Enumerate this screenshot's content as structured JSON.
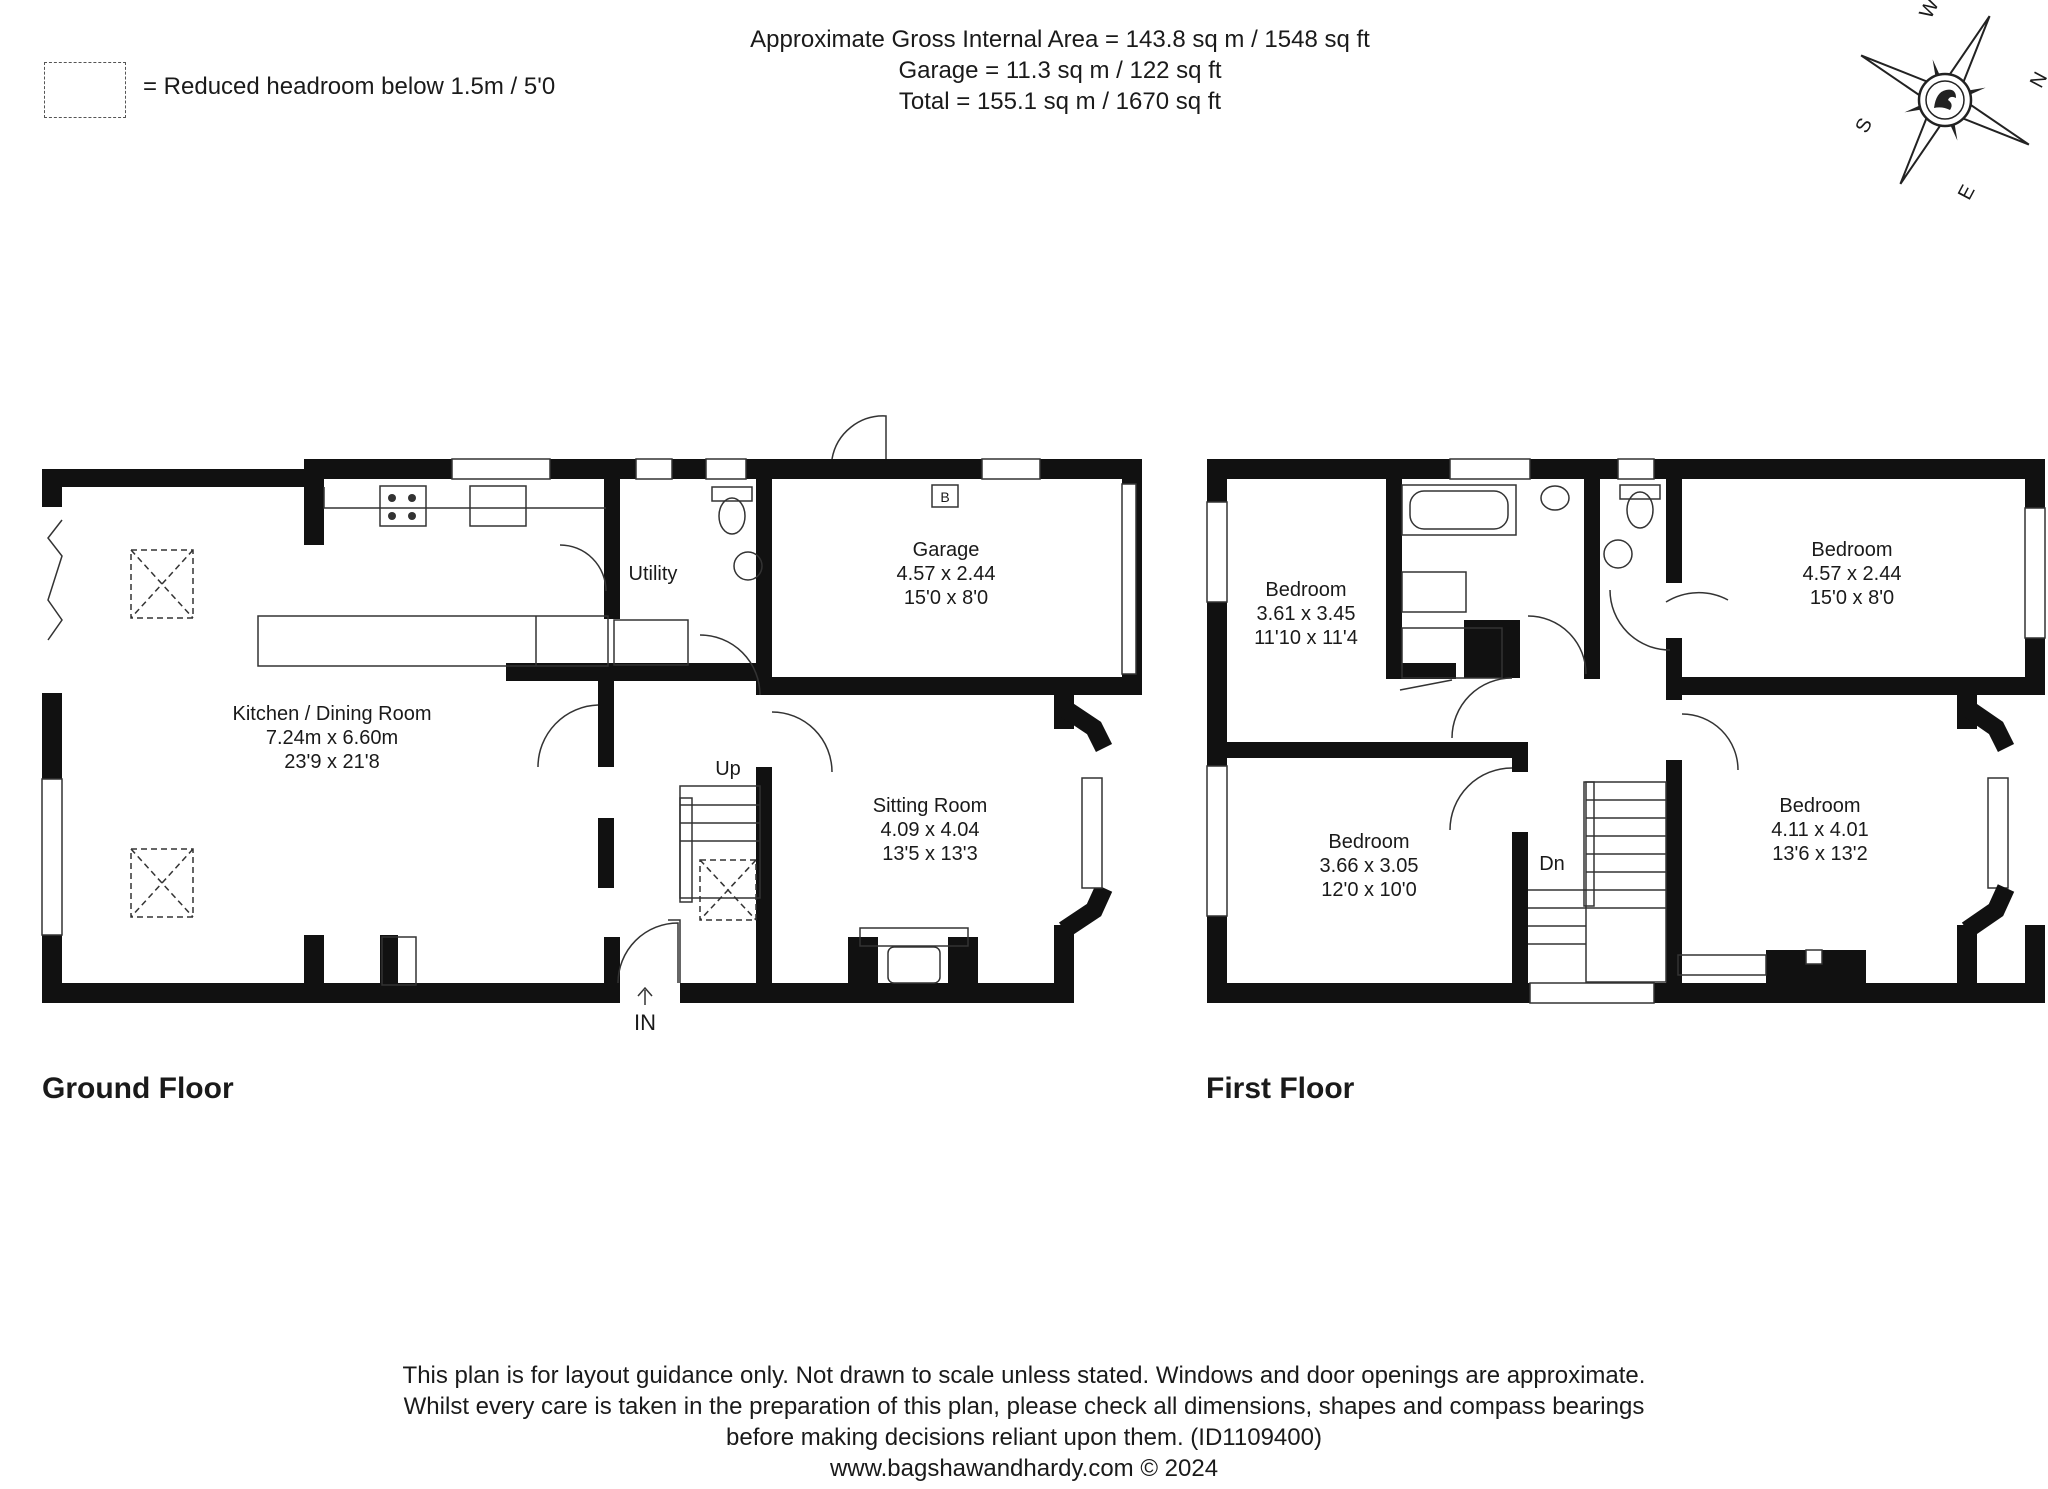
{
  "header": {
    "gross_area": "Approximate Gross Internal Area = 143.8 sq m / 1548 sq ft",
    "garage_area": "Garage = 11.3 sq m / 122 sq ft",
    "total_area": "Total = 155.1 sq m / 1670 sq ft"
  },
  "legend": {
    "text": "= Reduced headroom below 1.5m / 5'0"
  },
  "compass": {
    "n": "N",
    "e": "E",
    "s": "S",
    "w": "W"
  },
  "ground_floor": {
    "label": "Ground Floor",
    "entrance": "IN",
    "stairs": "Up",
    "rooms": {
      "kitchen": {
        "name": "Kitchen / Dining Room",
        "metric": "7.24m x 6.60m",
        "imperial": "23'9 x 21'8"
      },
      "utility": {
        "name": "Utility"
      },
      "garage": {
        "name": "Garage",
        "metric": "4.57 x 2.44",
        "imperial": "15'0 x 8'0",
        "boiler": "B"
      },
      "sitting": {
        "name": "Sitting Room",
        "metric": "4.09 x 4.04",
        "imperial": "13'5 x 13'3"
      }
    }
  },
  "first_floor": {
    "label": "First Floor",
    "stairs": "Dn",
    "rooms": {
      "bedroom_nw": {
        "name": "Bedroom",
        "metric": "3.61 x 3.45",
        "imperial": "11'10 x 11'4"
      },
      "bedroom_sw": {
        "name": "Bedroom",
        "metric": "3.66 x 3.05",
        "imperial": "12'0 x 10'0"
      },
      "bedroom_ne": {
        "name": "Bedroom",
        "metric": "4.57 x 2.44",
        "imperial": "15'0 x 8'0"
      },
      "bedroom_se": {
        "name": "Bedroom",
        "metric": "4.11 x 4.01",
        "imperial": "13'6 x 13'2"
      }
    }
  },
  "footer": {
    "line1": "This plan is for layout guidance only. Not drawn to scale unless stated. Windows and door openings are approximate.",
    "line2": "Whilst every care is taken in the preparation of this plan, please check all dimensions, shapes and compass bearings",
    "line3": "before making decisions reliant upon them. (ID1109400)",
    "line4": "www.bagshawandhardy.com © 2024"
  },
  "colors": {
    "wall": "#111111",
    "line": "#333333",
    "background": "#ffffff"
  }
}
